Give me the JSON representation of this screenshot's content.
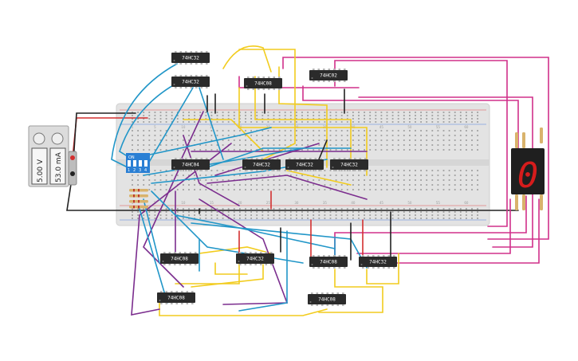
{
  "power_supply": {
    "voltage": "5.00 V",
    "current": "53.0 mA"
  },
  "dip_switch": {
    "on_label": "ON",
    "numbers": [
      "1",
      "2",
      "3",
      "4"
    ]
  },
  "chips": [
    {
      "label": "74HC32"
    },
    {
      "label": "74HC32"
    },
    {
      "label": "74HC08"
    },
    {
      "label": "74HC02"
    },
    {
      "label": "74HC04"
    },
    {
      "label": "74HC32"
    },
    {
      "label": "74HC32"
    },
    {
      "label": "74HC32"
    },
    {
      "label": "74HC08"
    },
    {
      "label": "74HC32"
    },
    {
      "label": "74HC08"
    },
    {
      "label": "74HC32"
    },
    {
      "label": "74HC08"
    },
    {
      "label": "74HC08"
    }
  ],
  "breadboard": {
    "column_numbers": [
      "1",
      "5",
      "10",
      "15",
      "20",
      "25",
      "30",
      "35",
      "40",
      "45",
      "50",
      "55",
      "60"
    ]
  },
  "seven_segment": {
    "digit": "0"
  },
  "colors": {
    "wire_red": "#d32f2f",
    "wire_black": "#222222",
    "wire_blue": "#2196c8",
    "wire_yellow": "#f2cc1e",
    "wire_purple": "#7b2d8e",
    "wire_magenta": "#d0308a",
    "chip_body": "#2b2b2b",
    "breadboard": "#e3e3e3",
    "segment_red": "#d61c1c"
  }
}
